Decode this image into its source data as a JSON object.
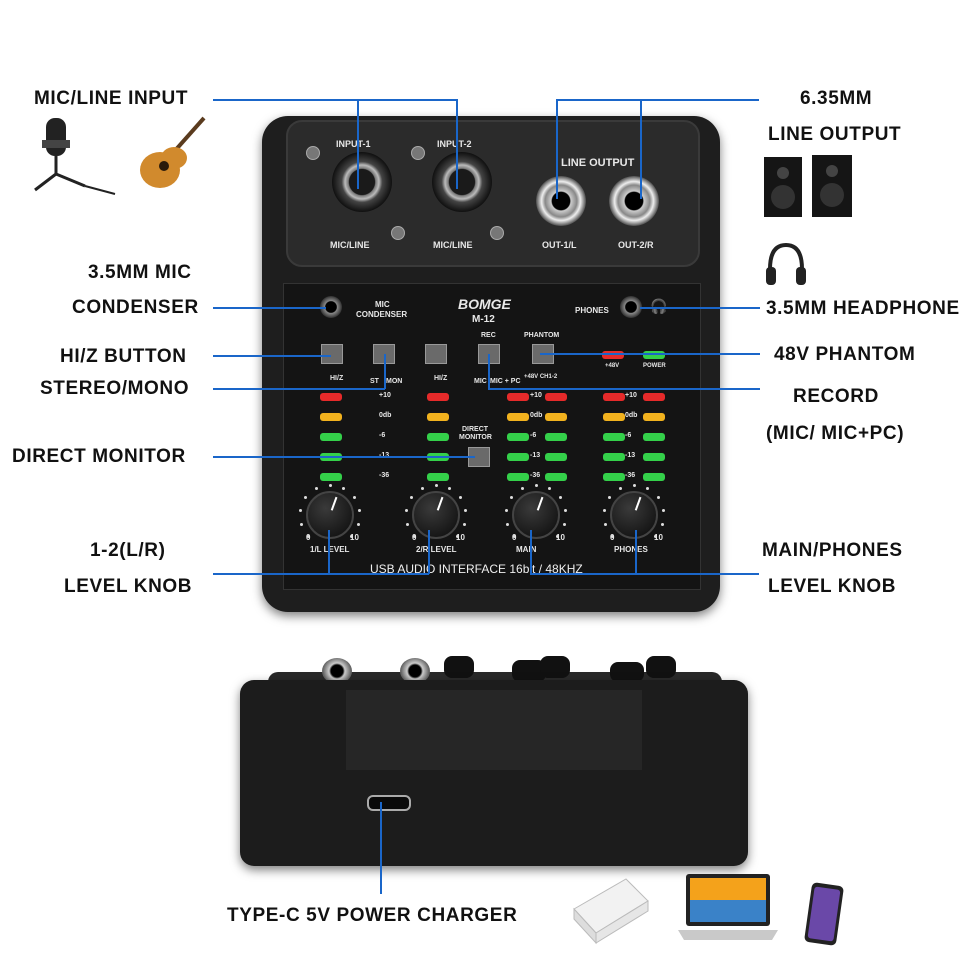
{
  "callouts": {
    "mic_line_input": "MIC/LINE INPUT",
    "line_output_size": "6.35MM",
    "line_output": "LINE OUTPUT",
    "mic_condenser_1": "3.5MM MIC",
    "mic_condenser_2": "CONDENSER",
    "headphone": "3.5MM HEADPHONE",
    "hiz_button": "HI/Z BUTTON",
    "phantom": "48V PHANTOM",
    "stereo_mono": "STEREO/MONO",
    "record_1": "RECORD",
    "record_2": "(MIC/ MIC+PC)",
    "direct_monitor": "DIRECT MONITOR",
    "level_knob_1": "1-2(L/R)",
    "level_knob_2": "LEVEL KNOB",
    "main_phones_1": "MAIN/PHONES",
    "main_phones_2": "LEVEL KNOB",
    "typec": "TYPE-C 5V POWER CHARGER"
  },
  "panel": {
    "input1": "INPUT-1",
    "input2": "INPUT-2",
    "line_output": "LINE OUTPUT",
    "mic_line_1": "MIC/LINE",
    "mic_line_2": "MIC/LINE",
    "out1": "OUT-1/L",
    "out2": "OUT-2/R",
    "brand": "BOMGE",
    "model": "M-12",
    "mic_condenser_1": "MIC",
    "mic_condenser_2": "CONDENSER",
    "phones": "PHONES",
    "rec": "REC",
    "phantom": "PHANTOM",
    "hiz_1": "HI/Z",
    "st": "ST",
    "mon": "MON",
    "hiz_2": "HI/Z",
    "mic": "MIC",
    "mic_pc": "MIC + PC",
    "ch12": "+48V CH1-2",
    "plus48v": "+48V",
    "power": "POWER",
    "direct": "DIRECT",
    "monitor": "MONITOR",
    "meter_labels": [
      "+10",
      "0db",
      "-6",
      "-13",
      "-36"
    ],
    "knob_labels": [
      "1/L LEVEL",
      "2/R LEVEL",
      "MAIN",
      "PHONES"
    ],
    "knob_min": "0",
    "knob_max": "10",
    "usb_text": "USB AUDIO INTERFACE 16bit / 48KHZ"
  },
  "colors": {
    "accent_line": "#1a66c9"
  }
}
